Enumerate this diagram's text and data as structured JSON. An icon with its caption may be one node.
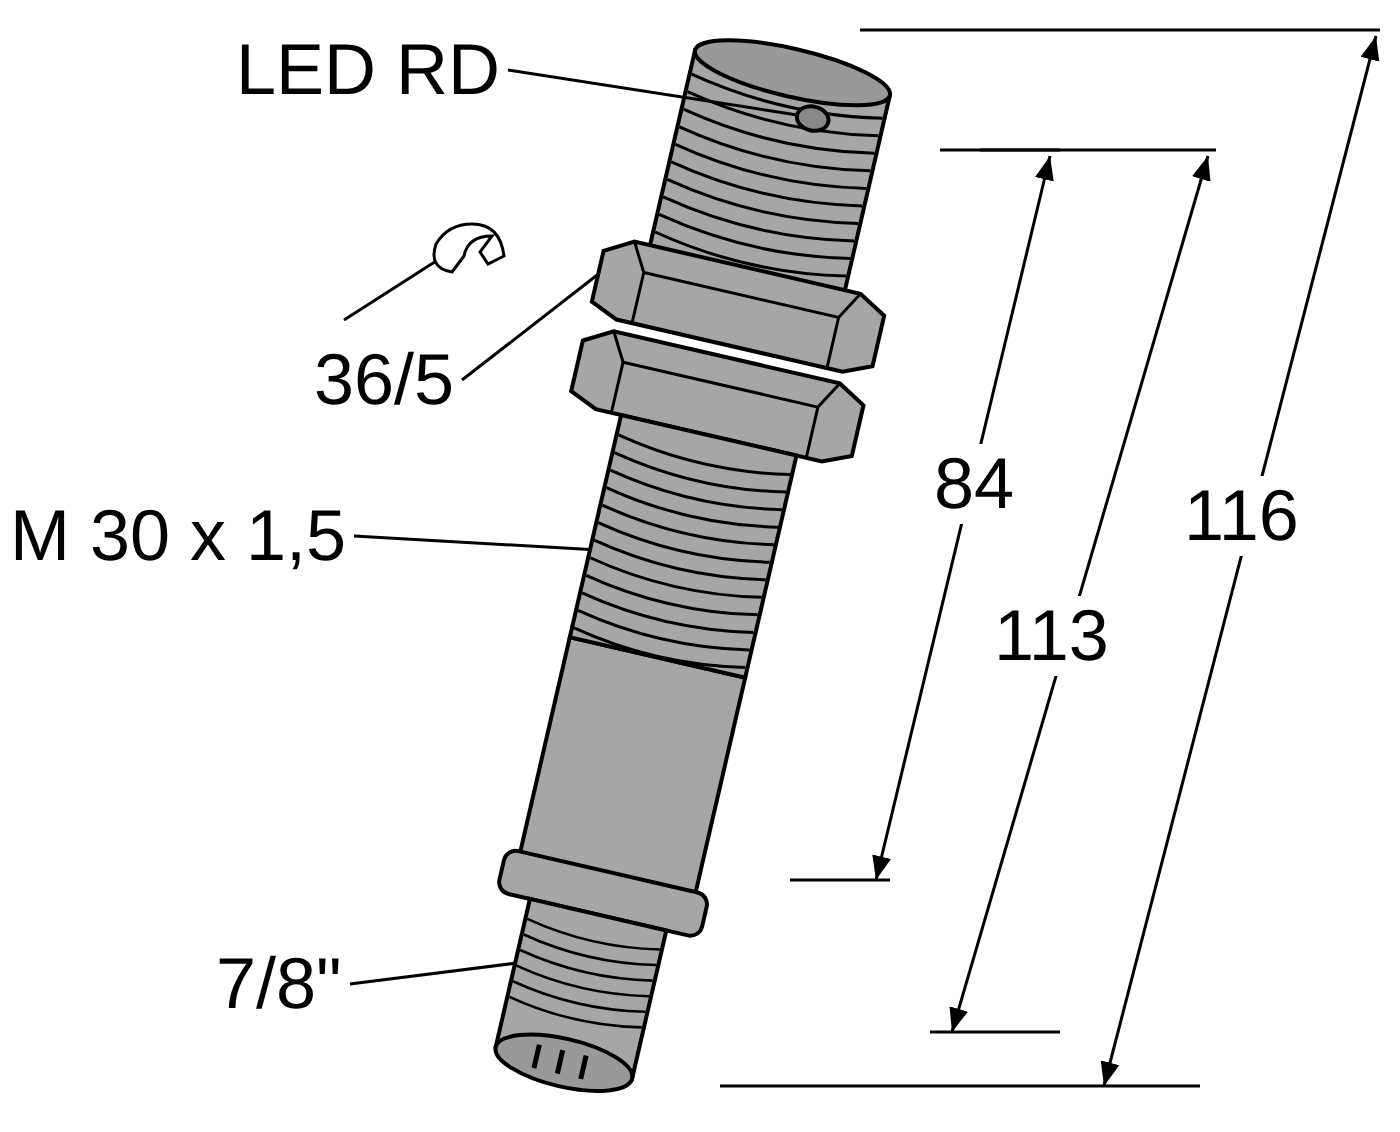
{
  "diagram": {
    "nodes": [
      {
        "text": [
          "LED RD"
        ]
      },
      {
        "text": [],
        "shape": "circle"
      },
      {
        "text": [
          "36/5"
        ]
      },
      {
        "text": [],
        "shape": "picture"
      },
      {
        "text": [
          "M 30 x 1,5"
        ]
      },
      {
        "text": [],
        "shape": "picture"
      },
      {
        "text": [
          "7/8\""
        ]
      },
      {
        "text": [],
        "shape": "picture"
      }
    ],
    "edges": [
      {
        "from": 0,
        "to": 1,
        "arrow": "none"
      },
      {
        "from": 2,
        "to": 3,
        "arrow": "none"
      },
      {
        "from": 4,
        "to": 5,
        "arrow": "none"
      },
      {
        "from": 6,
        "to": 7,
        "arrow": "none"
      }
    ],
    "labels": [
      "84",
      "113",
      "116"
    ]
  }
}
